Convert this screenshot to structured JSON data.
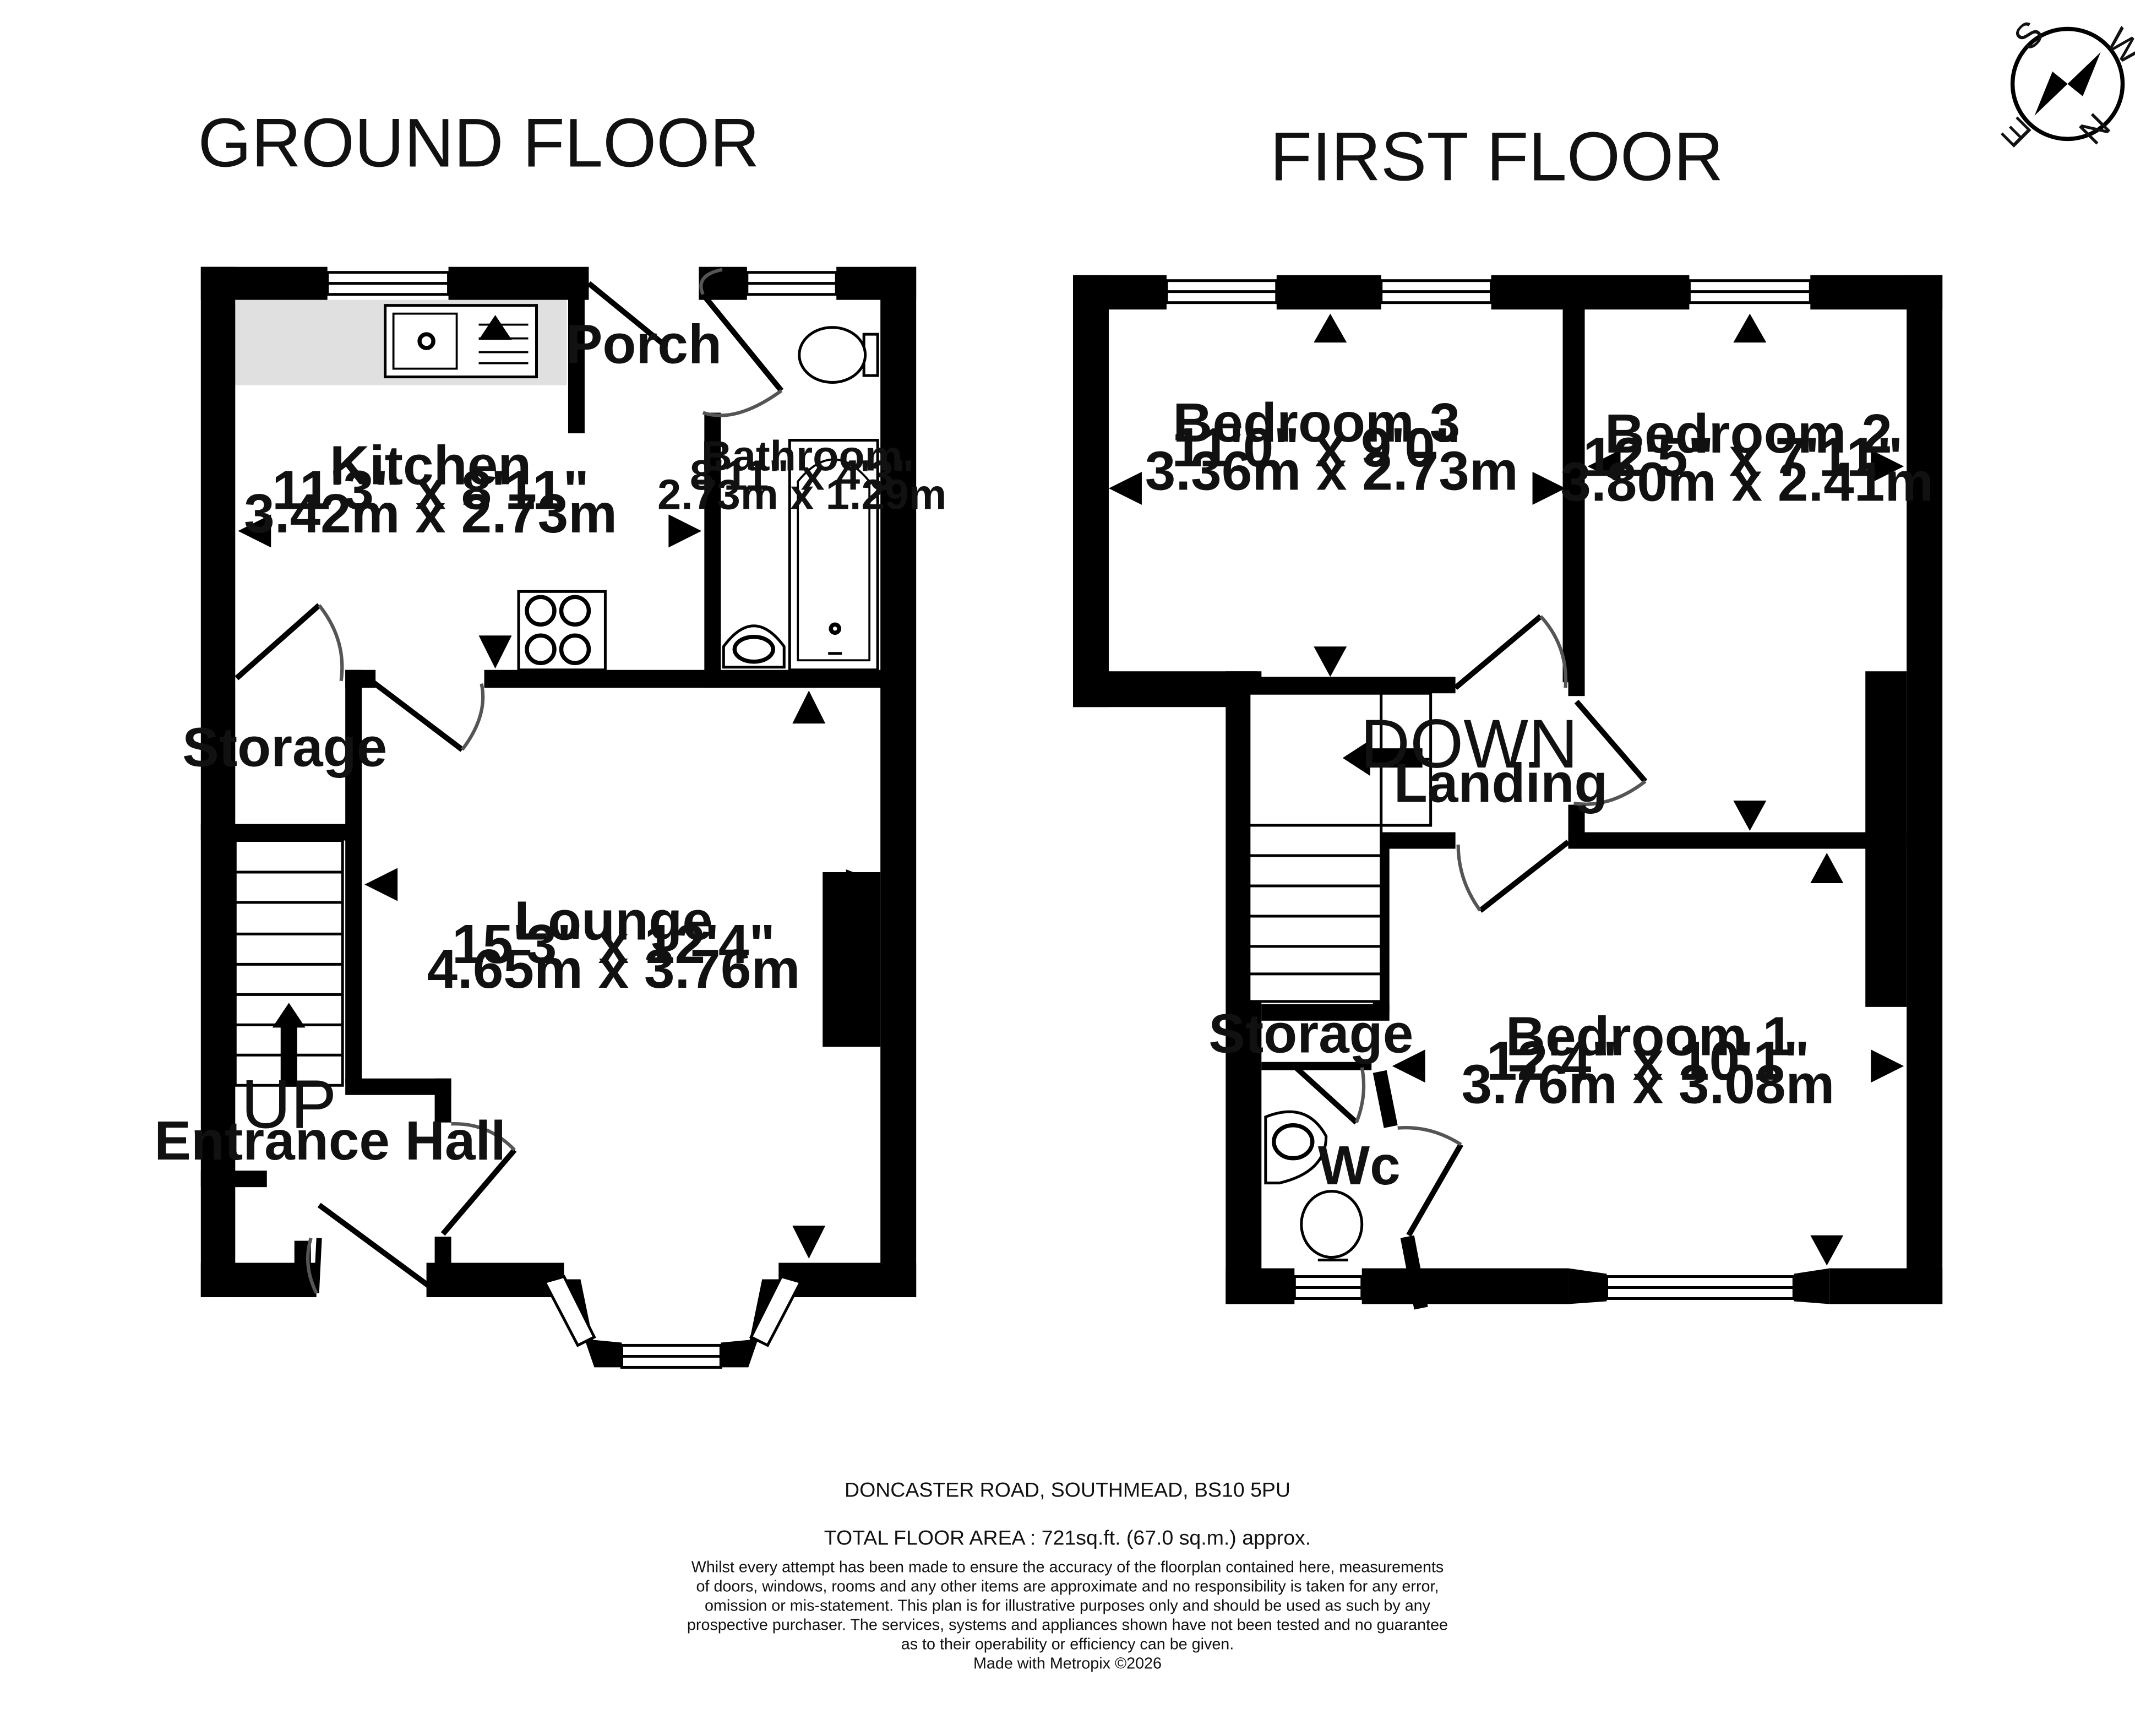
{
  "floors": {
    "ground": {
      "title": "GROUND FLOOR",
      "rooms": {
        "kitchen": {
          "name": "Kitchen",
          "imperial": "11'3\"  x 8'11\"",
          "metric": "3.42m  x 2.73m"
        },
        "porch": {
          "name": "Porch"
        },
        "bathroom": {
          "name": "Bathroom",
          "imperial": "8'11\"  x 4'3\"",
          "metric": "2.73m  x 1.29m"
        },
        "storage": {
          "name": "Storage"
        },
        "lounge": {
          "name": "Lounge",
          "imperial": "15'3\"  x 12'4\"",
          "metric": "4.65m  x 3.76m"
        },
        "entrance_hall": {
          "name": "Entrance Hall"
        }
      },
      "stairs_label": "UP"
    },
    "first": {
      "title": "FIRST FLOOR",
      "rooms": {
        "bedroom3": {
          "name": "Bedroom 3",
          "imperial": "11'0\"  x 9'0\"",
          "metric": "3.36m  x 2.73m"
        },
        "bedroom2": {
          "name": "Bedroom 2",
          "imperial": "12'5\"  x 7'11\"",
          "metric": "3.80m  x 2.41m"
        },
        "landing": {
          "name": "Landing"
        },
        "storage": {
          "name": "Storage"
        },
        "wc": {
          "name": "Wc"
        },
        "bedroom1": {
          "name": "Bedroom 1",
          "imperial": "12'4\"  x 10'1\"",
          "metric": "3.76m  x 3.08m"
        }
      },
      "stairs_label": "DOWN"
    }
  },
  "compass": {
    "north": "N",
    "south": "S",
    "east": "E",
    "west": "W"
  },
  "footer": {
    "address": "DONCASTER ROAD, SOUTHMEAD, BS10 5PU",
    "total_area": "TOTAL FLOOR AREA : 721sq.ft. (67.0 sq.m.) approx.",
    "disclaimer": [
      "Whilst every attempt has been made to ensure the accuracy of the floorplan contained here, measurements",
      "of doors, windows, rooms and any other items are approximate and no responsibility is taken for any error,",
      "omission or mis-statement. This plan is for illustrative purposes only and should be used as such by any",
      "prospective purchaser. The services, systems and appliances shown have not been tested and no guarantee",
      "as to their operability or efficiency can be given."
    ],
    "made_with": "Made with Metropix ©2026"
  }
}
